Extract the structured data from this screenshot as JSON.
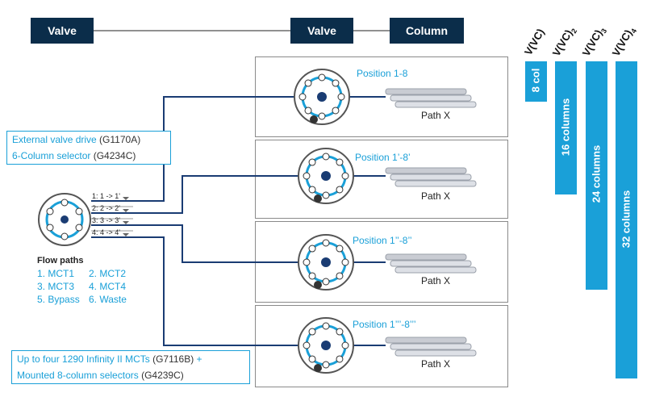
{
  "header": {
    "valve_left": "Valve",
    "valve_right": "Valve",
    "column": "Column"
  },
  "callouts": {
    "drive_blue": "External valve drive",
    "drive_code": " (G1170A)",
    "selector_blue": "6-Column selector",
    "selector_code": " (G4234C)",
    "mct_blue": "Up to four 1290 Infinity II MCTs",
    "mct_code": " (G7116B)",
    "mct_plus": " +",
    "mounted_blue": "Mounted 8-column selectors",
    "mounted_code": " (G4239C)"
  },
  "ports": [
    "1: 1 -> 1'",
    "2: 2 -> 2'",
    "3: 3 -> 3'",
    "4: 4 -> 4'"
  ],
  "flow_paths": {
    "title": "Flow paths",
    "items": [
      "1. MCT1",
      "2. MCT2",
      "3. MCT3",
      "4. MCT4",
      "5. Bypass",
      "6. Waste"
    ]
  },
  "panels": [
    {
      "position": "Position 1-8",
      "path": "Path X"
    },
    {
      "position": "Position 1’-8’",
      "path": "Path X"
    },
    {
      "position": "Position 1’’-8’’",
      "path": "Path X"
    },
    {
      "position": "Position 1’’’-8’’’",
      "path": "Path X"
    }
  ],
  "volume_labels": [
    "V(VC)",
    "V(VC)2",
    "V(VC)3",
    "V(VC)4"
  ],
  "bars": [
    "8 col",
    "16 columns",
    "24 columns",
    "32 columns"
  ],
  "colors": {
    "accent": "#1aa0d8",
    "navy": "#0b2d4a",
    "tube": "#1a3c73"
  }
}
